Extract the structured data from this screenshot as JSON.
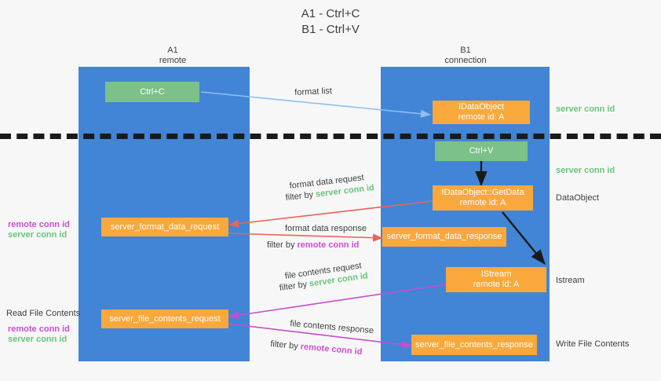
{
  "title": "A1 - Ctrl+C\nB1 - Ctrl+V",
  "columns": {
    "left": {
      "header": "A1\nremote"
    },
    "right": {
      "header": "B1\nconnection"
    }
  },
  "colors": {
    "lifeline": "#4285d6",
    "green_box": "#7cc08a",
    "orange_box": "#f9a83c",
    "server_conn_id": "#69c47c",
    "remote_conn_id": "#cc4fd0",
    "arrow_blue": "#8ebff0",
    "arrow_red": "#e8645a",
    "arrow_magenta": "#c34fd0",
    "arrow_black": "#1a1a1a",
    "divider": "#1a1a1a",
    "background": "#f7f7f7"
  },
  "boxes": {
    "ctrl_c": "Ctrl+C",
    "ctrl_v": "Ctrl+V",
    "idataobject": "IDataObject\nremote id: A",
    "idataobject_getdata": "IDataObject::GetData\nremote id: A",
    "istream": "IStream\nremote id: A",
    "server_format_data_request": "server_format_data_request",
    "server_format_data_response": "server_format_data_response",
    "server_file_contents_request": "server_file_contents_request",
    "server_file_contents_response": "server_file_contents_response"
  },
  "right_labels": {
    "server_conn_id_top": "server conn id",
    "server_conn_id_mid": "server conn id",
    "dataobject": "DataObject",
    "istream": "Istream",
    "write_file_contents": "Write File Contents"
  },
  "left_labels": {
    "remote_conn_id_upper": "remote conn id",
    "server_conn_id_upper": "server conn id",
    "read_file_contents": "Read File Contents",
    "remote_conn_id_lower": "remote conn id",
    "server_conn_id_lower": "server conn id"
  },
  "arrow_labels": {
    "format_list": "format list",
    "format_data_request": "format data request",
    "format_data_request_filter_prefix": "filter by ",
    "format_data_request_filter_value": "server conn id",
    "format_data_response": "format data response",
    "format_data_response_filter_prefix": "filter by ",
    "format_data_response_filter_value": "remote conn id",
    "file_contents_request": "file contents request",
    "file_contents_request_filter_prefix": "filter by ",
    "file_contents_request_filter_value": "server conn id",
    "file_contents_response": "file contents response",
    "file_contents_response_filter_prefix": "filter by ",
    "file_contents_response_filter_value": "remote conn id"
  }
}
